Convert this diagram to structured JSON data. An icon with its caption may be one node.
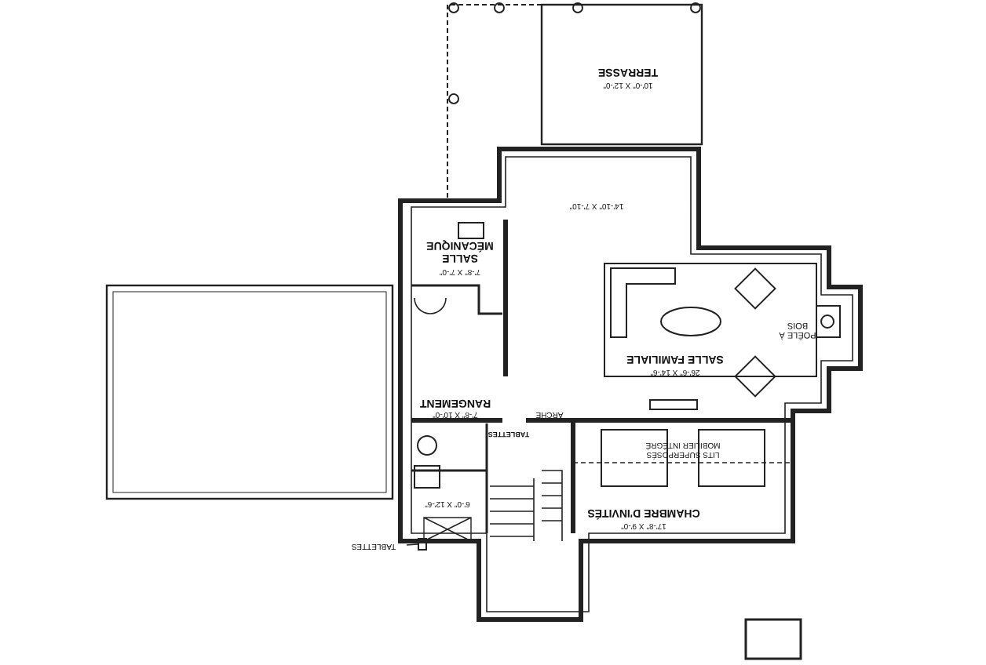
{
  "diagram": {
    "nodes": [
      {
        "text": [
          "TABLETTES"
        ]
      },
      {
        "text": [],
        "shape": "box"
      }
    ],
    "edges": [
      {
        "from": 0,
        "to": 1,
        "arrow": "none"
      }
    ],
    "labels": [
      "TERRASSE",
      "10'-0\" X 12'-0\"",
      "14'-10\" X 7'-10\"",
      "SALLE MÉCANIQUE",
      "7'-8\" X 7'-0\"",
      "SALLE FAMILIALE",
      "26'-6\" X 14'-6\"",
      "POÊLE À BOIS",
      "RANGEMENT",
      "7'-8\" X 10'-0\"",
      "ARCHE",
      "TABLETTES",
      "LITS SUPERPOSÉS MOBILIER INTÉGRÉ",
      "CHAMBRE D'INVITÉS",
      "17'-8\" X 9'-0\"",
      "6'-0\" X 12'-6\""
    ]
  }
}
